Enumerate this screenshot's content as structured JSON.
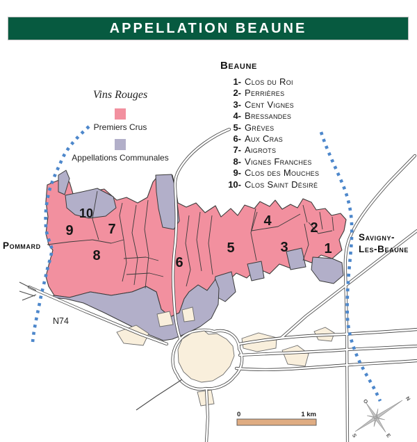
{
  "header": {
    "title": "APPELLATION BEAUNE"
  },
  "legend": {
    "heading": "Vins Rouges",
    "items": [
      {
        "label": "Premiers Crus",
        "color": "#F2909F"
      },
      {
        "label": "Appellations Communales",
        "color": "#B2AFC9"
      }
    ]
  },
  "crus": {
    "heading": "Beaune",
    "items": [
      {
        "num": "1-",
        "name": "Clos du Roi"
      },
      {
        "num": "2-",
        "name": "Perrières"
      },
      {
        "num": "3-",
        "name": "Cent Vignes"
      },
      {
        "num": "4-",
        "name": "Bressandes"
      },
      {
        "num": "5-",
        "name": "Grèves"
      },
      {
        "num": "6-",
        "name": "Aux Cras"
      },
      {
        "num": "7-",
        "name": "Aigrots"
      },
      {
        "num": "8-",
        "name": "Vignes Franches"
      },
      {
        "num": "9-",
        "name": "Clos des Mouches"
      },
      {
        "num": "10-",
        "name": "Clos Saint Désiré"
      }
    ]
  },
  "map": {
    "labels": {
      "west_town": "Pommard",
      "east_town_line1": "Savigny-",
      "east_town_line2": "Les-Beaune",
      "road": "N74"
    },
    "region_numbers": {
      "n1": "1",
      "n2": "2",
      "n3": "3",
      "n4": "4",
      "n5": "5",
      "n6": "6",
      "n7": "7",
      "n8": "8",
      "n9": "9",
      "n10": "10"
    },
    "colors": {
      "premiers_crus": "#F2909F",
      "appellations_communales": "#B2AFC9",
      "town_fill": "#F9EFDC",
      "boundary_dots": "#4D87CB",
      "header_green": "#075A40",
      "scalebar_fill": "#DFAC82"
    }
  },
  "scalebar": {
    "zero": "0",
    "one_km": "1 km"
  },
  "compass": {
    "n": "N",
    "e": "E",
    "s": "S",
    "o": "O"
  }
}
